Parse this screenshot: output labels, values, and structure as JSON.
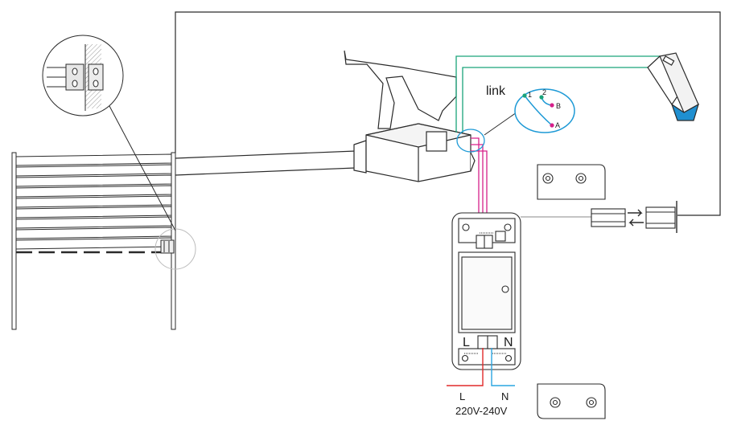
{
  "labels": {
    "link": "link",
    "terminal_1": "1",
    "terminal_2": "2",
    "terminal_b": "B",
    "terminal_a": "A",
    "module_l": "L",
    "module_n": "N",
    "supply_l": "L",
    "supply_n": "N",
    "voltage": "220V-240V"
  },
  "colors": {
    "outline": "#2a2a2a",
    "green_wire": "#1aa37a",
    "magenta_wire": "#d6208a",
    "red_wire": "#e02a2a",
    "blue_wire": "#2aa6e0",
    "callout": "#1e9ad6",
    "sensor_accent": "#1f8fd0"
  }
}
